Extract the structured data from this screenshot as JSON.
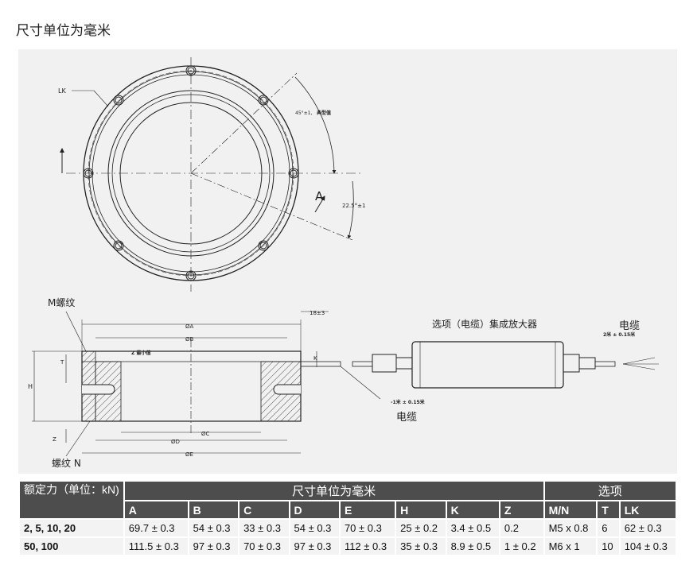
{
  "page_title": "尺寸单位为毫米",
  "drawing": {
    "top_view": {
      "lk_label": "LK",
      "angle_45": "45°±1,",
      "angle_45_note": "典型值",
      "angle_22": "22.5°±1",
      "section_mark": "A"
    },
    "side_view": {
      "m_thread": "M螺纹",
      "n_thread": "螺纹 N",
      "dim_18": "18±3",
      "dim_a": "ØA",
      "dim_b": "ØB",
      "dim_c": "ØC",
      "dim_d": "ØD",
      "dim_e": "ØE",
      "z_min": "Z 最小值",
      "t": "T",
      "h": "H",
      "z": "Z",
      "k": "K",
      "cable_1m": "-1米 ± 0.15米",
      "cable_label": "电缆",
      "amp_label": "选项（电缆）集成放大器",
      "cable_2m": "2米 ± 0.15米",
      "cable_label_right": "电缆"
    }
  },
  "table": {
    "rated_force_label": "额定力（单位：kN)",
    "dims_group_label": "尺寸单位为毫米",
    "options_group_label": "选项",
    "columns": [
      "A",
      "B",
      "C",
      "D",
      "E",
      "H",
      "K",
      "Z",
      "M/N",
      "T",
      "LK"
    ],
    "rows": [
      {
        "label": "2, 5, 10, 20",
        "cells": [
          "69.7 ± 0.3",
          "54 ± 0.3",
          "33 ± 0.3",
          "54 ± 0.3",
          "70 ± 0.3",
          "25 ± 0.2",
          "3.4 ± 0.5",
          "0.2",
          "M5 x 0.8",
          "6",
          "62 ± 0.3"
        ]
      },
      {
        "label": "50, 100",
        "cells": [
          "111.5 ± 0.3",
          "97 ± 0.3",
          "70 ± 0.3",
          "97 ± 0.3",
          "112 ± 0.3",
          "35 ± 0.3",
          "8.9 ± 0.5",
          "1 ± 0.2",
          "M6 x 1",
          "10",
          "104 ± 0.3"
        ]
      }
    ]
  }
}
